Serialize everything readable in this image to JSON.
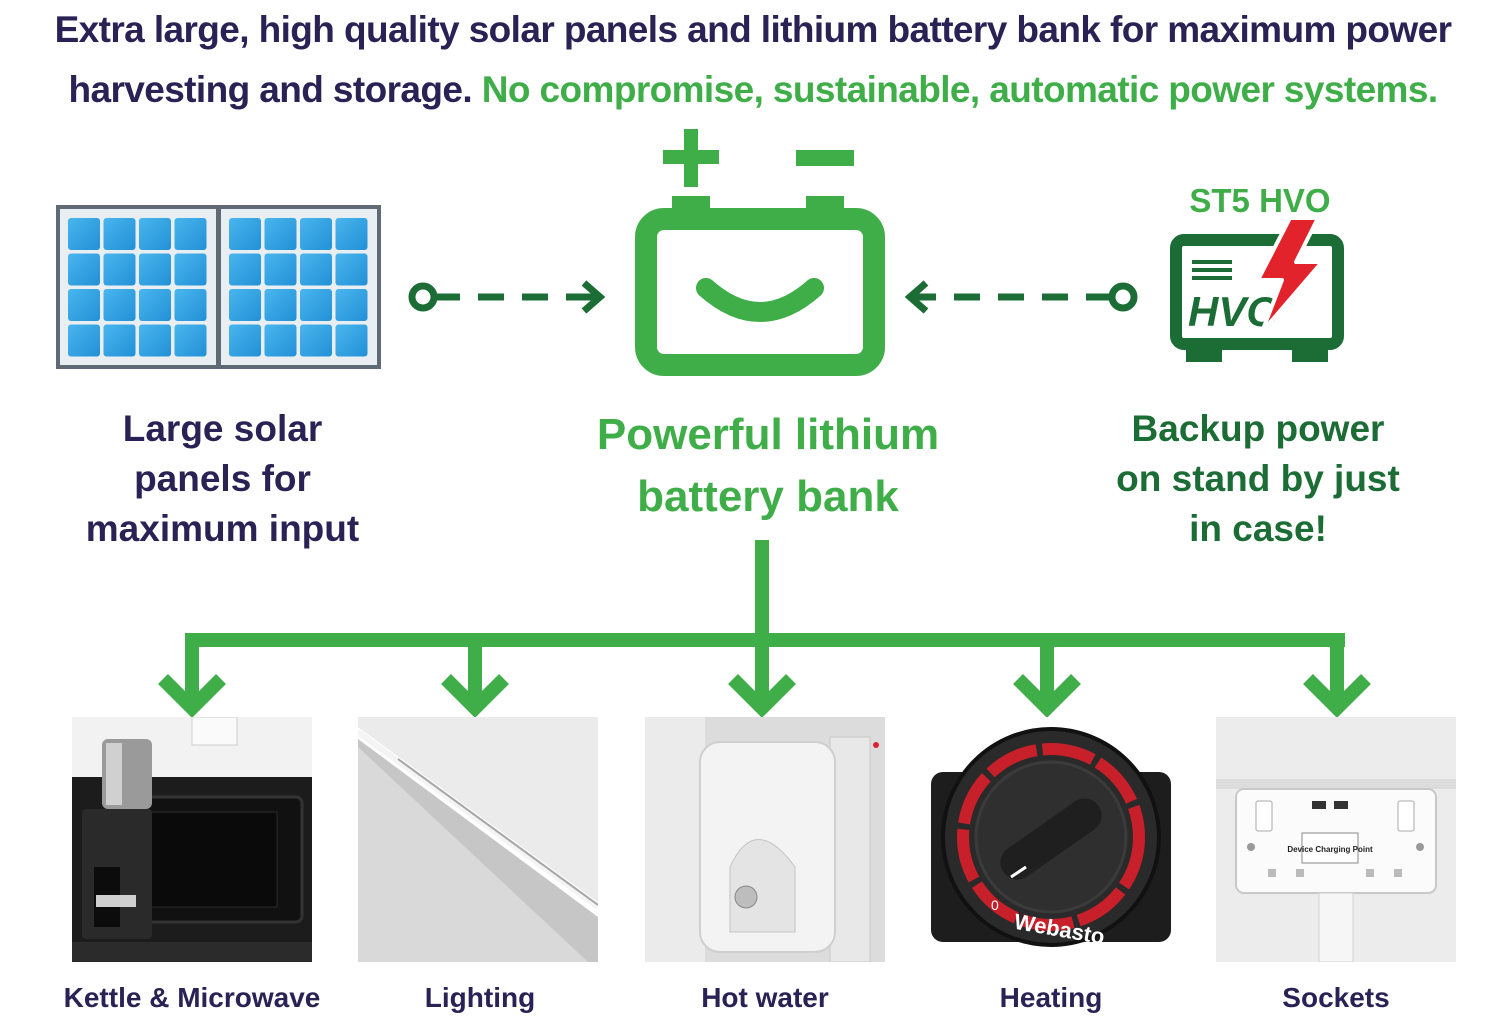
{
  "header": {
    "line1": "Extra large, high quality solar panels and lithium battery bank for maximum power",
    "line2_dark": "harvesting and storage.",
    "line2_green": "No compromise, sustainable, automatic power systems."
  },
  "nodes": {
    "solar": {
      "label": [
        "Large solar",
        "panels for",
        "maximum input"
      ]
    },
    "battery": {
      "label": [
        "Powerful lithium",
        "battery bank"
      ]
    },
    "backup": {
      "badge": "ST5 HVO",
      "icon_text": "HVO",
      "label": [
        "Backup power",
        "on stand by just",
        "in case!"
      ]
    }
  },
  "outputs": [
    {
      "caption": "Kettle & Microwave"
    },
    {
      "caption": "Lighting"
    },
    {
      "caption": "Hot water"
    },
    {
      "caption": "Heating",
      "dial_brand": "Webasto",
      "dial_zero": "0"
    },
    {
      "caption": "Sockets",
      "socket_label": "Device Charging Point"
    }
  ],
  "colors": {
    "navy": "#2a2254",
    "green": "#3fae49",
    "dark_green": "#1b6d35",
    "red": "#e3232b",
    "panel_blue": "#2d9fe0"
  }
}
